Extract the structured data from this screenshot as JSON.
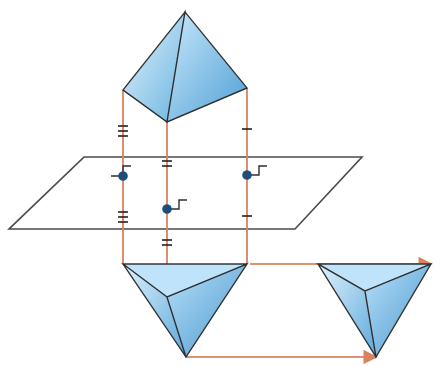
{
  "colors": {
    "background": "#ffffff",
    "plane_stroke": "#4a4a4a",
    "projection_line": "#d9825f",
    "arrow": "#d9825f",
    "edge": "#2f2f2f",
    "face_light": "#d8eefb",
    "face_mid": "#a9d6f2",
    "face_dark": "#5ca9da",
    "point": "#1f4d7a",
    "tick": "#222222"
  },
  "icons": {
    "reflected_pyramid": "triangular-pyramid",
    "translated_pyramid": "triangular-pyramid",
    "symmetry_plane": "parallelogram-plane",
    "translation_arrow": "arrow-right"
  }
}
